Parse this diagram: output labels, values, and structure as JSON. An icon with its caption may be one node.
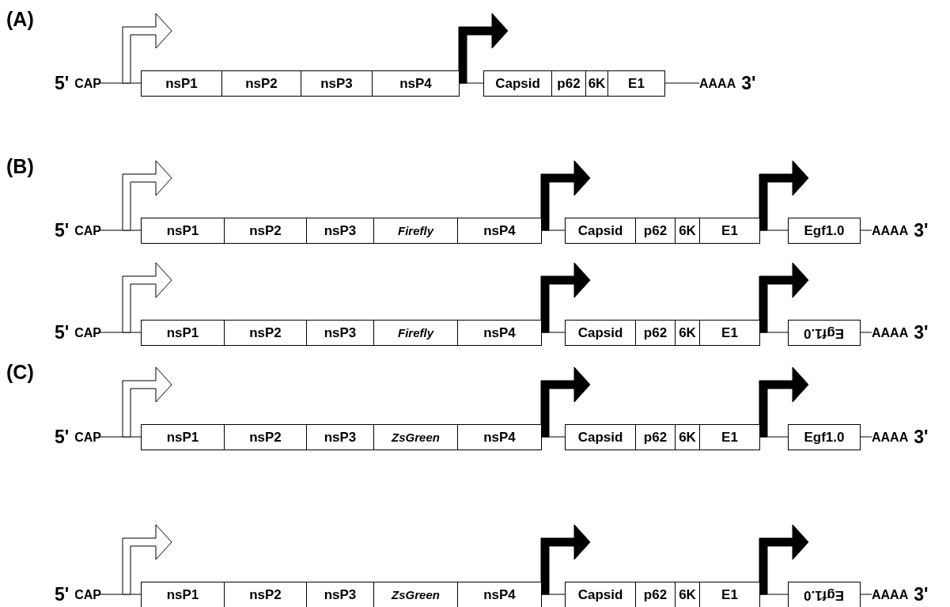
{
  "diagram": {
    "nodes": [
      {
        "text": [
          "5'",
          "CAP"
        ]
      },
      {
        "text": [
          "nsP1"
        ]
      },
      {
        "text": [
          "nsP2"
        ]
      },
      {
        "text": [
          "nsP3"
        ]
      },
      {
        "text": [
          "nsP4"
        ]
      },
      {
        "text": [
          "Capsid"
        ]
      },
      {
        "text": [
          "p62"
        ]
      },
      {
        "text": [
          "6K"
        ]
      },
      {
        "text": [
          "E1"
        ]
      },
      {
        "text": [
          "AAAA",
          "3'"
        ]
      },
      {
        "text": [
          "5'",
          "CAP"
        ]
      },
      {
        "text": [
          "nsP1"
        ]
      },
      {
        "text": [
          "nsP2"
        ]
      },
      {
        "text": [
          "nsP3"
        ]
      },
      {
        "text": [
          "Firefly"
        ]
      },
      {
        "text": [
          "nsP4"
        ]
      },
      {
        "text": [
          "Capsid"
        ]
      },
      {
        "text": [
          "p62"
        ]
      },
      {
        "text": [
          "6K"
        ]
      },
      {
        "text": [
          "E1"
        ]
      },
      {
        "text": [
          "Egf1.0"
        ]
      },
      {
        "text": [
          "AAAA",
          "3'"
        ]
      },
      {
        "text": [
          "5'",
          "CAP"
        ]
      },
      {
        "text": [
          "nsP1"
        ]
      },
      {
        "text": [
          "nsP2"
        ]
      },
      {
        "text": [
          "nsP3"
        ]
      },
      {
        "text": [
          "Firefly"
        ]
      },
      {
        "text": [
          "nsP4"
        ]
      },
      {
        "text": [
          "Capsid"
        ]
      },
      {
        "text": [
          "p62"
        ]
      },
      {
        "text": [
          "6K"
        ]
      },
      {
        "text": [
          "E1"
        ]
      },
      {
        "text": [
          "Egf1.0"
        ]
      },
      {
        "text": [
          "AAAA",
          "3'"
        ]
      },
      {
        "text": [
          "5'",
          "CAP"
        ]
      },
      {
        "text": [
          "nsP1"
        ]
      },
      {
        "text": [
          "nsP2"
        ]
      },
      {
        "text": [
          "nsP3"
        ]
      },
      {
        "text": [
          "ZsGreen"
        ]
      },
      {
        "text": [
          "nsP4"
        ]
      },
      {
        "text": [
          "Capsid"
        ]
      },
      {
        "text": [
          "p62"
        ]
      },
      {
        "text": [
          "6K"
        ]
      },
      {
        "text": [
          "E1"
        ]
      },
      {
        "text": [
          "Egf1.0"
        ]
      },
      {
        "text": [
          "AAAA",
          "3'"
        ]
      },
      {
        "text": [
          "5'",
          "CAP"
        ]
      },
      {
        "text": [
          "nsP1"
        ]
      },
      {
        "text": [
          "nsP2"
        ]
      },
      {
        "text": [
          "nsP3"
        ]
      },
      {
        "text": [
          "ZsGreen"
        ]
      },
      {
        "text": [
          "nsP4"
        ]
      },
      {
        "text": [
          "Capsid"
        ]
      },
      {
        "text": [
          "p62"
        ]
      },
      {
        "text": [
          "6K"
        ]
      },
      {
        "text": [
          "E1"
        ]
      },
      {
        "text": [
          "Egf1.0"
        ]
      },
      {
        "text": [
          "AAAA",
          "3'"
        ]
      }
    ],
    "edges": [
      {
        "from": 0,
        "to": 1,
        "arrow": "none"
      },
      {
        "from": 4,
        "to": 5,
        "arrow": "none"
      },
      {
        "from": 8,
        "to": 9,
        "arrow": "none"
      },
      {
        "from": 10,
        "to": 11,
        "arrow": "none"
      },
      {
        "from": 15,
        "to": 16,
        "arrow": "none"
      },
      {
        "from": 19,
        "to": 20,
        "arrow": "none"
      },
      {
        "from": 20,
        "to": 21,
        "arrow": "none"
      },
      {
        "from": 22,
        "to": 23,
        "arrow": "none"
      },
      {
        "from": 27,
        "to": 28,
        "arrow": "none"
      },
      {
        "from": 31,
        "to": 32,
        "arrow": "none"
      },
      {
        "from": 32,
        "to": 33,
        "arrow": "none"
      },
      {
        "from": 34,
        "to": 35,
        "arrow": "none"
      },
      {
        "from": 39,
        "to": 40,
        "arrow": "none"
      },
      {
        "from": 43,
        "to": 44,
        "arrow": "none"
      },
      {
        "from": 44,
        "to": 45,
        "arrow": "none"
      },
      {
        "from": 46,
        "to": 47,
        "arrow": "none"
      },
      {
        "from": 51,
        "to": 52,
        "arrow": "none"
      },
      {
        "from": 55,
        "to": 56,
        "arrow": "none"
      },
      {
        "from": 56,
        "to": 57,
        "arrow": "none"
      }
    ],
    "labels": [
      "(A)",
      "(B)",
      "(C)"
    ]
  }
}
